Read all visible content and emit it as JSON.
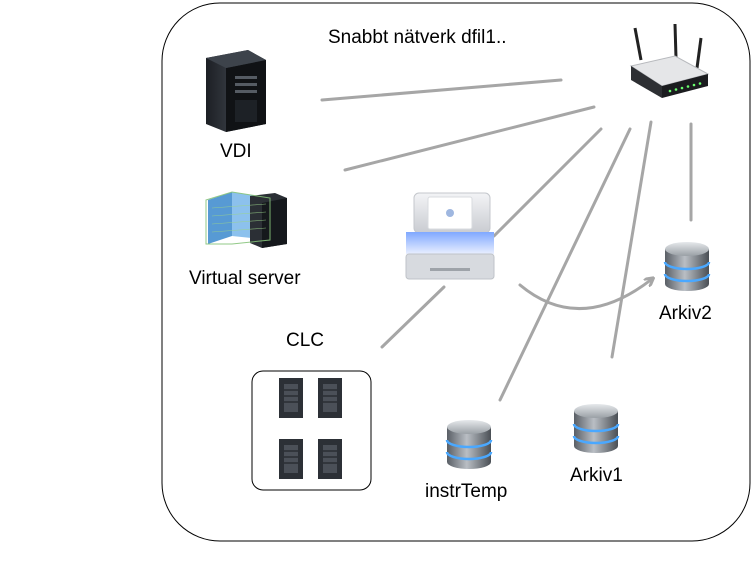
{
  "title": "Snabbt nätverk dfil1..",
  "nodes": {
    "vdi": {
      "label": "VDI",
      "icon": "tower-server-icon"
    },
    "virtual_server": {
      "label": "Virtual server",
      "icon": "virtual-server-icon"
    },
    "clc": {
      "label": "CLC",
      "icon": "server-rack-group-icon"
    },
    "instrument": {
      "label": "",
      "icon": "sequencer-instrument-icon"
    },
    "router": {
      "label": "",
      "icon": "wireless-router-icon"
    },
    "arkiv2": {
      "label": "Arkiv2",
      "icon": "database-icon"
    },
    "arkiv1": {
      "label": "Arkiv1",
      "icon": "database-icon"
    },
    "instrtemp": {
      "label": "instrTemp",
      "icon": "database-icon"
    }
  },
  "colors": {
    "connector": "#a6a6a6",
    "frame": "#000000",
    "accent": "#4aa8ff"
  }
}
